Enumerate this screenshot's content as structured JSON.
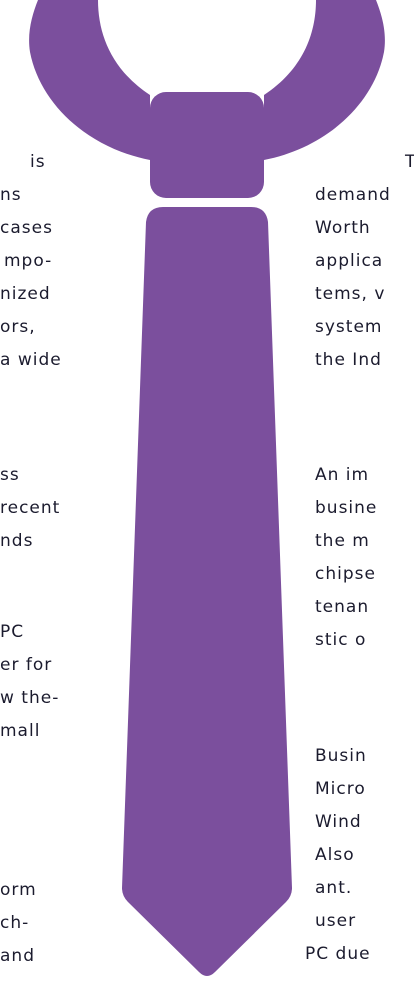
{
  "left_column": {
    "lines": [
      "is",
      "ns",
      "cases",
      "mpo-",
      "nized",
      "ors,",
      "a wide",
      "ss",
      "recent",
      "nds",
      "PC",
      "er for",
      "w the-",
      "mall",
      "orm",
      "ch-",
      "and"
    ]
  },
  "right_column": {
    "lines": [
      "T",
      "demand",
      "Worth",
      "applica",
      "tems, v",
      "system",
      "the Ind",
      "An im",
      "busine",
      "the m",
      "chipse",
      "tenan",
      "stic o",
      "Busin",
      "Micro",
      "Wind",
      "Also",
      "ant.",
      "user",
      "PC due"
    ]
  },
  "colors": {
    "tie": "#7b4f9d",
    "text": "#1b1b2e",
    "background": "#ffffff"
  }
}
